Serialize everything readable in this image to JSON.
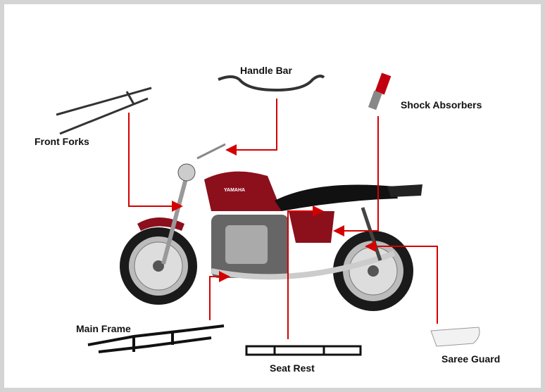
{
  "labels": {
    "handle_bar": "Handle Bar",
    "shock_absorbers": "Shock Absorbers",
    "front_forks": "Front Forks",
    "main_frame": "Main Frame",
    "seat_rest": "Seat Rest",
    "saree_guard": "Saree Guard"
  },
  "brand_on_tank": "YAMAHA",
  "colors": {
    "arrow": "#d40000",
    "bike_body": "#8c0f1c",
    "border": "#d4d4d4"
  }
}
